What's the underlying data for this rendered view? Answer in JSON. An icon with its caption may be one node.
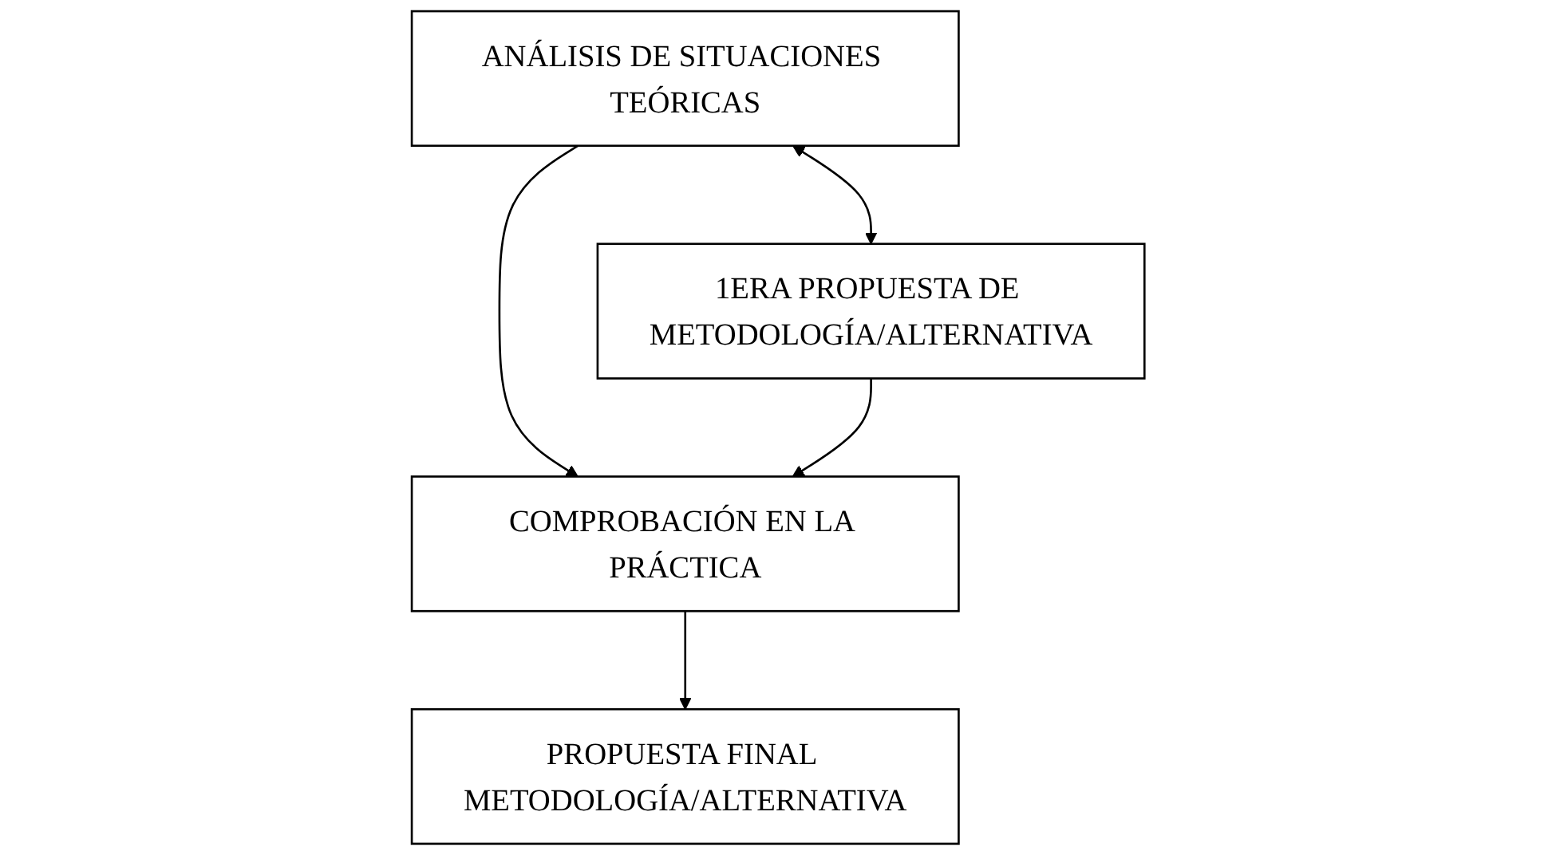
{
  "diagram": {
    "nodes": [
      {
        "text": [
          "ANÁLISIS DE SITUACIONES TEÓRICAS"
        ]
      },
      {
        "text": [
          "1ERA PROPUESTA DE METODOLOGÍA/ALTERNATIVA"
        ]
      },
      {
        "text": [
          "COMPROBACIÓN EN LA PRÁCTICA"
        ]
      },
      {
        "text": [
          "PROPUESTA FINAL METODOLOGÍA/ALTERNATIVA"
        ]
      }
    ],
    "edges": [
      {
        "from": 0,
        "to": 1,
        "arrow": "both"
      },
      {
        "from": 0,
        "to": 2,
        "arrow": "to"
      },
      {
        "from": 1,
        "to": 2,
        "arrow": "to"
      },
      {
        "from": 2,
        "to": 3,
        "arrow": "to"
      }
    ]
  }
}
